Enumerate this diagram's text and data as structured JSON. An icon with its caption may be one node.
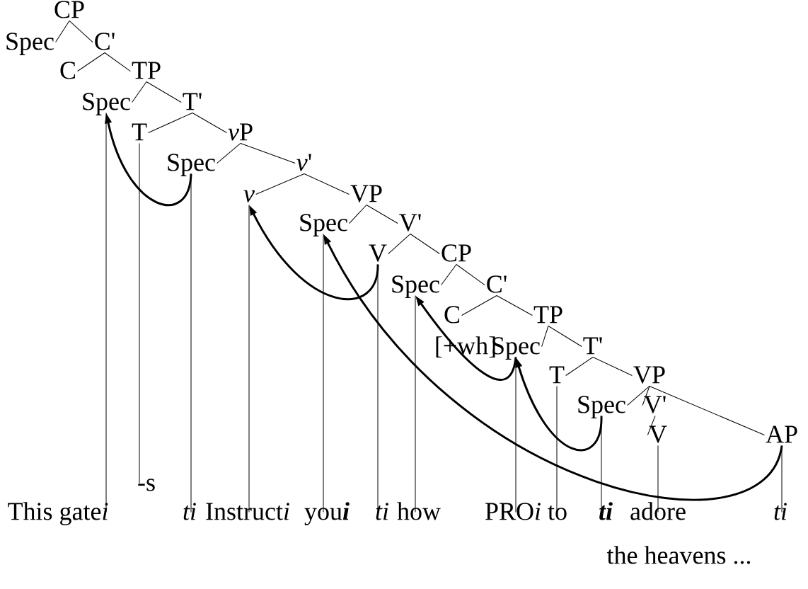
{
  "diagram": {
    "nodes": [
      {
        "text": [
          "CP"
        ]
      },
      {
        "text": [
          "Spec"
        ]
      },
      {
        "text": [
          "C'"
        ]
      },
      {
        "text": [
          "C"
        ]
      },
      {
        "text": [
          "TP"
        ]
      },
      {
        "text": [
          "Spec"
        ]
      },
      {
        "text": [
          "T'"
        ]
      },
      {
        "text": [
          "T"
        ]
      },
      {
        "text": [
          "v",
          "P"
        ]
      },
      {
        "text": [
          "Spec"
        ]
      },
      {
        "text": [
          "v",
          "'"
        ]
      },
      {
        "text": [
          "v"
        ]
      },
      {
        "text": [
          "VP"
        ]
      },
      {
        "text": [
          "Spec"
        ]
      },
      {
        "text": [
          "V'"
        ]
      },
      {
        "text": [
          "V"
        ]
      },
      {
        "text": [
          "CP"
        ]
      },
      {
        "text": [
          "Spec"
        ]
      },
      {
        "text": [
          "C'"
        ]
      },
      {
        "text": [
          "C"
        ],
        "beside": [
          "[+wh]"
        ]
      },
      {
        "text": [
          "TP"
        ]
      },
      {
        "text": [
          "Spec"
        ]
      },
      {
        "text": [
          "T'"
        ]
      },
      {
        "text": [
          "T"
        ]
      },
      {
        "text": [
          "VP"
        ]
      },
      {
        "text": [
          "Spec"
        ]
      },
      {
        "text": [
          "V'"
        ]
      },
      {
        "text": [
          "V"
        ]
      },
      {
        "text": [
          "AP"
        ]
      },
      {
        "text": [
          "This gate",
          "i"
        ]
      },
      {
        "text": [
          "-s"
        ]
      },
      {
        "text": [
          "ti"
        ]
      },
      {
        "text": [
          "Instruct",
          "i"
        ]
      },
      {
        "text": [
          "you",
          "i"
        ]
      },
      {
        "text": [
          "ti"
        ]
      },
      {
        "text": [
          "how"
        ]
      },
      {
        "text": [
          "PRO",
          "i"
        ]
      },
      {
        "text": [
          "to"
        ]
      },
      {
        "text": [
          "ti"
        ]
      },
      {
        "text": [
          "adore"
        ]
      },
      {
        "text": [
          "ti"
        ]
      }
    ],
    "edges": [
      {
        "from": 0,
        "to": 1,
        "arrow": "none"
      },
      {
        "from": 0,
        "to": 2,
        "arrow": "none"
      },
      {
        "from": 2,
        "to": 3,
        "arrow": "none"
      },
      {
        "from": 2,
        "to": 4,
        "arrow": "none"
      },
      {
        "from": 4,
        "to": 5,
        "arrow": "none"
      },
      {
        "from": 4,
        "to": 6,
        "arrow": "none"
      },
      {
        "from": 6,
        "to": 7,
        "arrow": "none"
      },
      {
        "from": 6,
        "to": 8,
        "arrow": "none"
      },
      {
        "from": 8,
        "to": 9,
        "arrow": "none"
      },
      {
        "from": 8,
        "to": 10,
        "arrow": "none"
      },
      {
        "from": 10,
        "to": 11,
        "arrow": "none"
      },
      {
        "from": 10,
        "to": 12,
        "arrow": "none"
      },
      {
        "from": 12,
        "to": 13,
        "arrow": "none"
      },
      {
        "from": 12,
        "to": 14,
        "arrow": "none"
      },
      {
        "from": 14,
        "to": 15,
        "arrow": "none"
      },
      {
        "from": 14,
        "to": 16,
        "arrow": "none"
      },
      {
        "from": 16,
        "to": 17,
        "arrow": "none"
      },
      {
        "from": 16,
        "to": 18,
        "arrow": "none"
      },
      {
        "from": 18,
        "to": 19,
        "arrow": "none"
      },
      {
        "from": 18,
        "to": 20,
        "arrow": "none"
      },
      {
        "from": 20,
        "to": 21,
        "arrow": "none"
      },
      {
        "from": 20,
        "to": 22,
        "arrow": "none"
      },
      {
        "from": 22,
        "to": 23,
        "arrow": "none"
      },
      {
        "from": 22,
        "to": 24,
        "arrow": "none"
      },
      {
        "from": 24,
        "to": 25,
        "arrow": "none"
      },
      {
        "from": 24,
        "to": 26,
        "arrow": "none"
      },
      {
        "from": 24,
        "to": 28,
        "arrow": "none"
      },
      {
        "from": 26,
        "to": 27,
        "arrow": "none"
      },
      {
        "from": 5,
        "to": 29,
        "arrow": "none"
      },
      {
        "from": 7,
        "to": 30,
        "arrow": "none"
      },
      {
        "from": 9,
        "to": 31,
        "arrow": "none"
      },
      {
        "from": 11,
        "to": 32,
        "arrow": "none"
      },
      {
        "from": 13,
        "to": 33,
        "arrow": "none"
      },
      {
        "from": 15,
        "to": 34,
        "arrow": "none"
      },
      {
        "from": 17,
        "to": 35,
        "arrow": "none"
      },
      {
        "from": 21,
        "to": 36,
        "arrow": "none"
      },
      {
        "from": 23,
        "to": 37,
        "arrow": "none"
      },
      {
        "from": 25,
        "to": 38,
        "arrow": "none"
      },
      {
        "from": 27,
        "to": 39,
        "arrow": "none"
      },
      {
        "from": 28,
        "to": 40,
        "arrow": "none"
      },
      {
        "from": 9,
        "to": 5,
        "arrow": "to",
        "style": "thick"
      },
      {
        "from": 15,
        "to": 11,
        "arrow": "to",
        "style": "thick"
      },
      {
        "from": 28,
        "to": 13,
        "arrow": "to",
        "style": "thick"
      },
      {
        "from": 21,
        "to": 17,
        "arrow": "to",
        "style": "thick"
      },
      {
        "from": 25,
        "to": 21,
        "arrow": "to",
        "style": "thick"
      }
    ],
    "labels": [
      "the heavens ..."
    ]
  }
}
